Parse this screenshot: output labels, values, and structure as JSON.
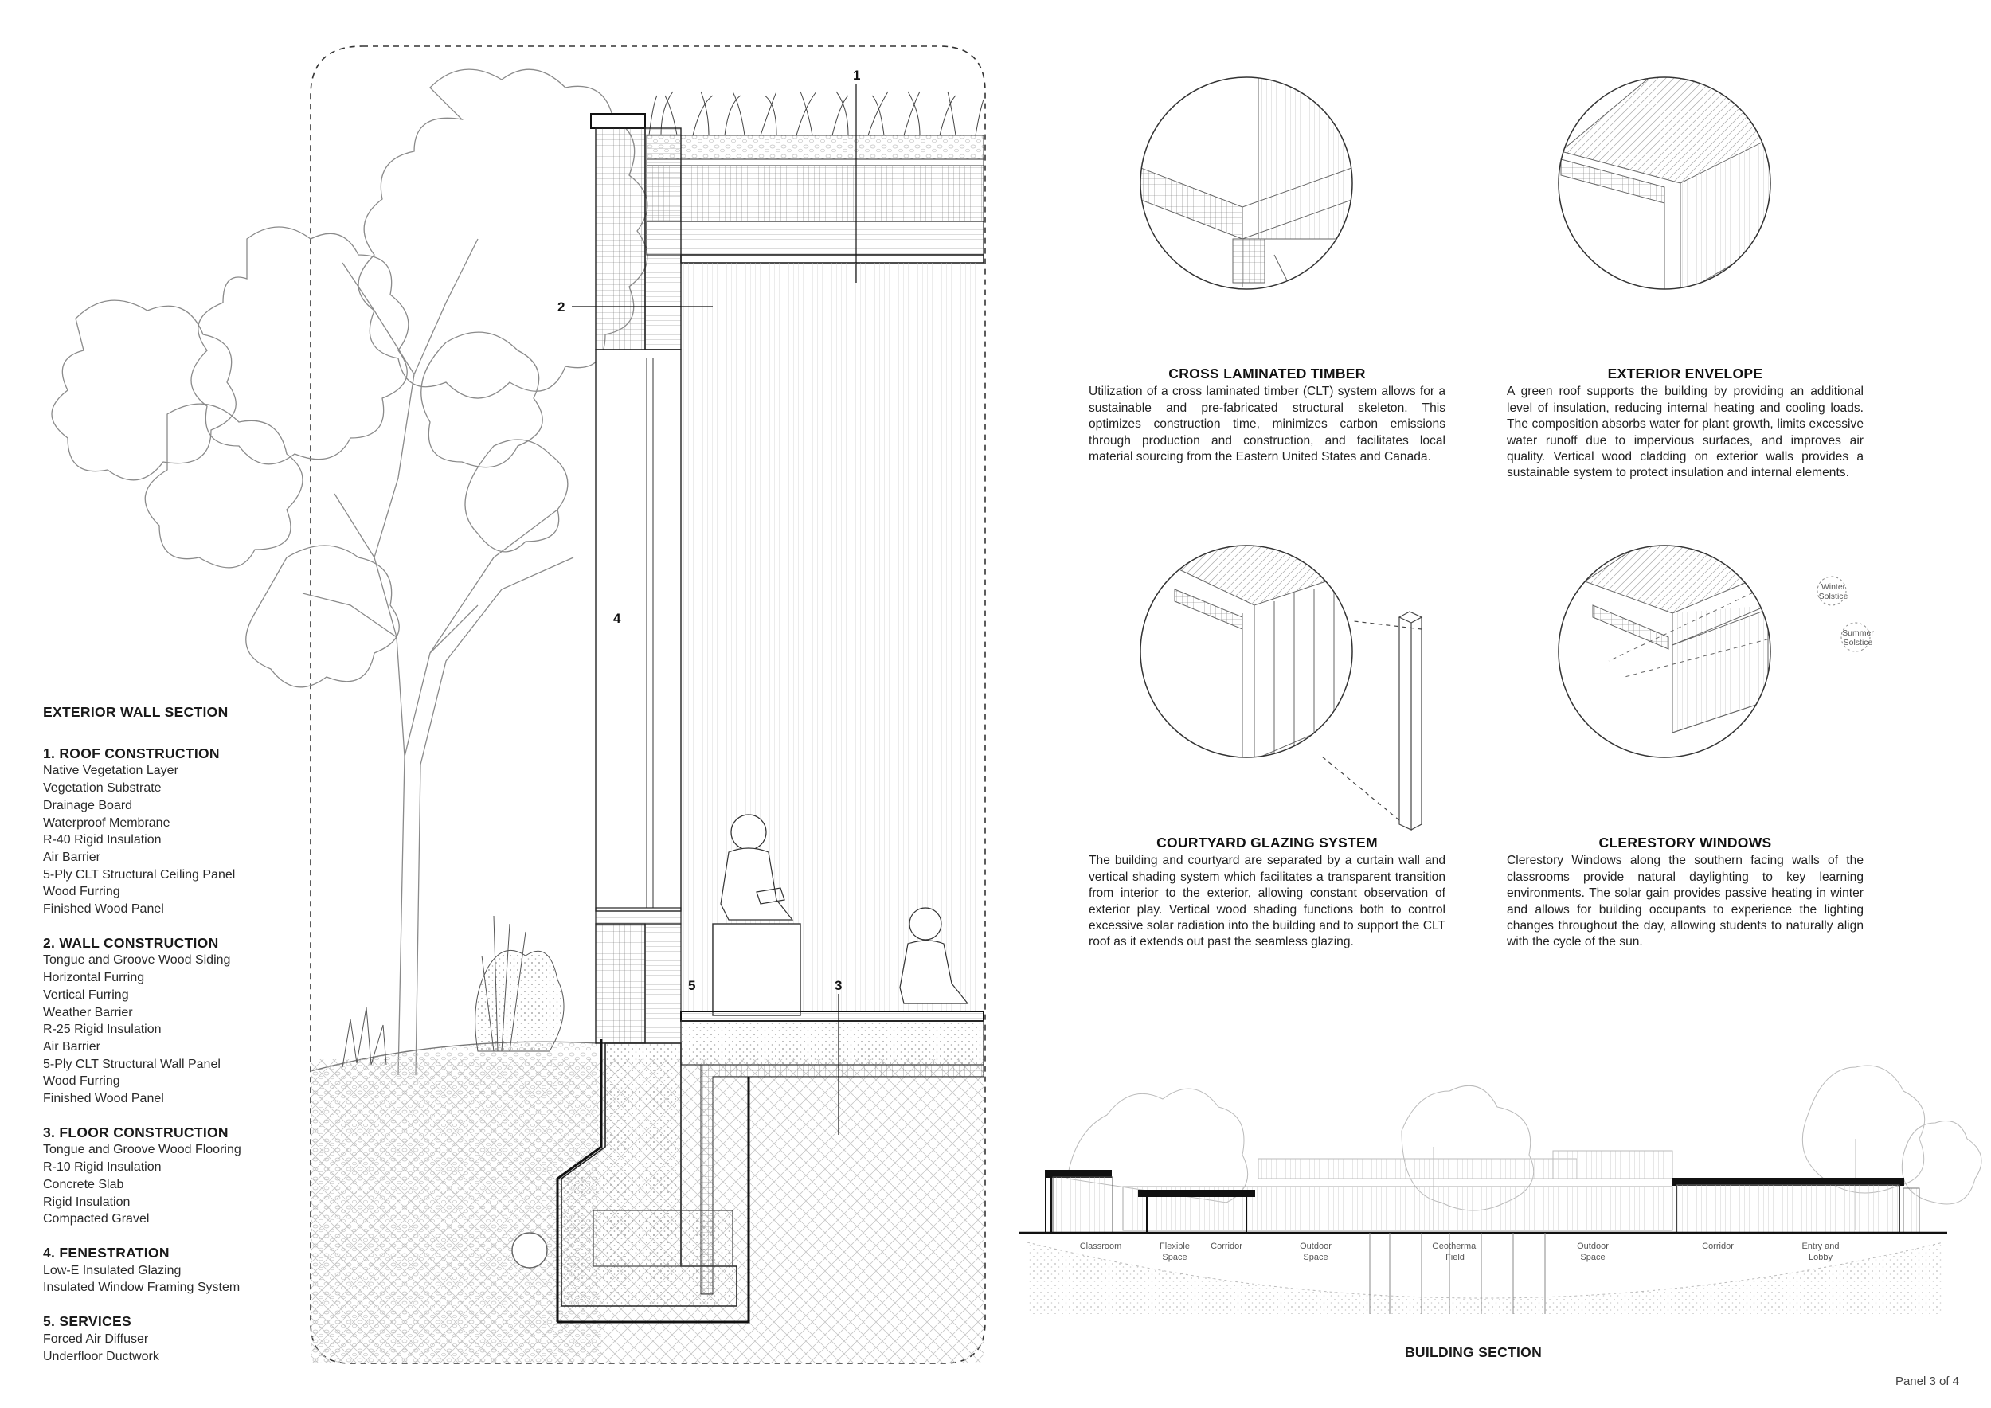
{
  "legend": {
    "title": "EXTERIOR WALL SECTION",
    "groups": [
      {
        "heading": "1. ROOF CONSTRUCTION",
        "items": [
          "Native Vegetation Layer",
          "Vegetation Substrate",
          "Drainage Board",
          "Waterproof Membrane",
          "R-40 Rigid Insulation",
          "Air Barrier",
          "5-Ply CLT Structural Ceiling Panel",
          "Wood Furring",
          "Finished Wood Panel"
        ]
      },
      {
        "heading": "2. WALL CONSTRUCTION",
        "items": [
          "Tongue and Groove Wood Siding",
          "Horizontal Furring",
          "Vertical Furring",
          "Weather Barrier",
          "R-25 Rigid Insulation",
          "Air Barrier",
          "5-Ply CLT Structural Wall Panel",
          "Wood Furring",
          "Finished Wood Panel"
        ]
      },
      {
        "heading": "3. FLOOR CONSTRUCTION",
        "items": [
          "Tongue and Groove Wood Flooring",
          "R-10 Rigid Insulation",
          "Concrete Slab",
          "Rigid Insulation",
          "Compacted Gravel"
        ]
      },
      {
        "heading": "4. FENESTRATION",
        "items": [
          "Low-E Insulated Glazing",
          "Insulated Window Framing System"
        ]
      },
      {
        "heading": "5. SERVICES",
        "items": [
          "Forced Air Diffuser",
          "Underfloor Ductwork"
        ]
      }
    ]
  },
  "section_callouts": [
    "1",
    "2",
    "3",
    "4",
    "5"
  ],
  "details": {
    "clt": {
      "title": "CROSS LAMINATED TIMBER",
      "body": "Utilization of a cross laminated timber (CLT) system allows for a sustainable and pre-fabricated structural skeleton. This optimizes construction time, minimizes carbon emissions through production and construction, and facilitates local material sourcing from the Eastern United States and Canada."
    },
    "envelope": {
      "title": "EXTERIOR ENVELOPE",
      "body": "A green roof supports the building by providing an additional level of insulation, reducing internal heating and cooling loads. The composition absorbs water for plant growth, limits excessive water runoff due to impervious surfaces, and improves air quality. Vertical wood cladding on exterior walls provides a sustainable system to protect insulation and internal elements."
    },
    "glazing": {
      "title": "COURTYARD GLAZING SYSTEM",
      "body": "The building and courtyard are separated by a curtain wall and vertical shading system which facilitates a transparent transition from interior to the exterior, allowing constant observation of exterior play. Vertical wood shading functions both to control excessive solar radiation into the building and to support the CLT roof as it extends out past the seamless glazing."
    },
    "clerestory": {
      "title": "CLERESTORY WINDOWS",
      "body": "Clerestory Windows along the southern facing walls of the classrooms provide natural daylighting to key learning environments. The solar gain provides passive heating in winter and allows for building occupants to experience the lighting changes throughout the day, allowing students to naturally align with the cycle of the sun.",
      "sun_labels": {
        "winter_1": "Winter",
        "winter_2": "Solstice",
        "summer_1": "Summer",
        "summer_2": "Solstice"
      }
    }
  },
  "building_section": {
    "title": "BUILDING SECTION",
    "spaces": [
      {
        "line1": "Classroom",
        "line2": ""
      },
      {
        "line1": "Flexible",
        "line2": "Space"
      },
      {
        "line1": "Corridor",
        "line2": ""
      },
      {
        "line1": "Outdoor",
        "line2": "Space"
      },
      {
        "line1": "Geothermal",
        "line2": "Field"
      },
      {
        "line1": "Outdoor",
        "line2": "Space"
      },
      {
        "line1": "Corridor",
        "line2": ""
      },
      {
        "line1": "Entry and",
        "line2": "Lobby"
      }
    ]
  },
  "panel_label": "Panel 3 of 4"
}
